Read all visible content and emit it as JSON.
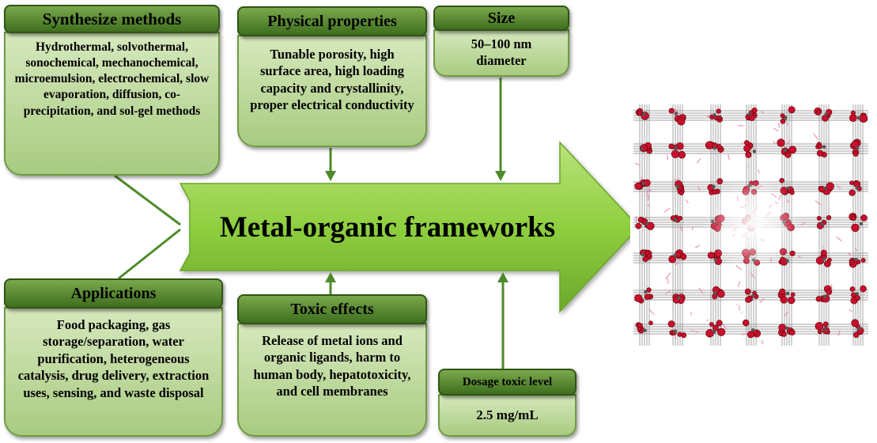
{
  "center": {
    "label": "Metal-organic frameworks"
  },
  "synthesize": {
    "title": "Synthesize methods",
    "text": "Hydrothermal, solvothermal, sonochemical, mechanochemical, microemulsion, electrochemical, slow evaporation, diffusion, co-precipitation, and sol-gel methods"
  },
  "physical": {
    "title": "Physical properties",
    "text": "Tunable porosity, high surface area, high loading capacity and crystallinity, proper electrical conductivity"
  },
  "size": {
    "title": "Size",
    "text": "50–100 nm diameter"
  },
  "applications": {
    "title": "Applications",
    "text": "Food packaging, gas storage/separation, water purification, heterogeneous catalysis, drug delivery, extraction uses, sensing, and waste disposal"
  },
  "toxic": {
    "title": "Toxic effects",
    "text": "Release of metal ions and organic ligands, harm to human body, hepatotoxicity, and cell membranes"
  },
  "dosage": {
    "title": "Dosage toxic level",
    "text": "2.5 mg/mL"
  },
  "colors": {
    "header_green": "#4f7f2a",
    "body_green": "#bcd99a",
    "arrow_green": "#8fce3e",
    "connector_green": "#4f8a2a",
    "metal_red": "#c8102e",
    "linker_pink": "#e87ba8",
    "carbon_gray": "#7a7a7a"
  }
}
